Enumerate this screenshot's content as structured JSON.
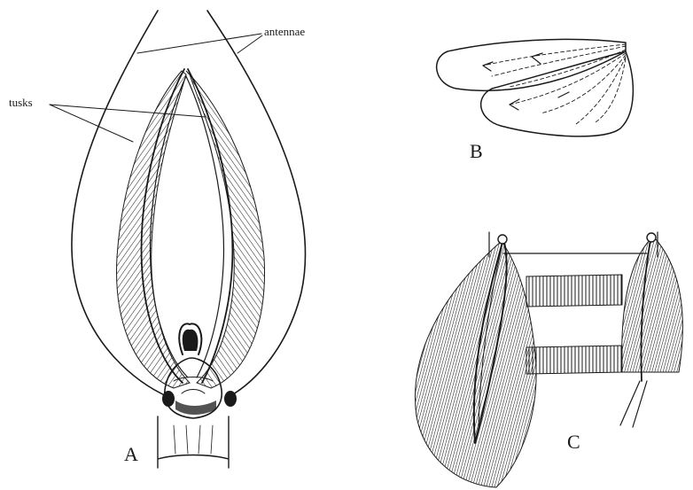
{
  "annotations": {
    "antennae": "antennae",
    "tusks": "tusks"
  },
  "panels": {
    "a": "A",
    "b": "B",
    "c": "C"
  },
  "colors": {
    "ink": "#1a1a1a",
    "background": "#ffffff"
  }
}
